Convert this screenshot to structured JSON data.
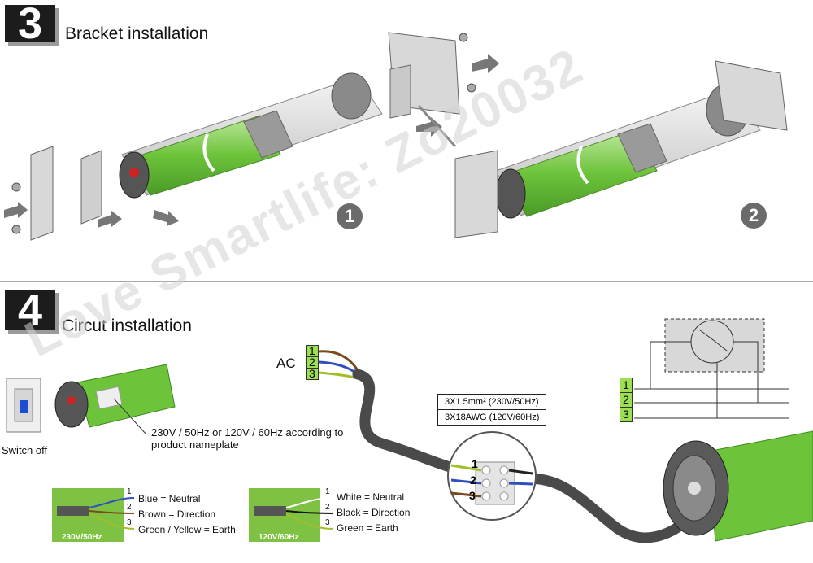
{
  "steps": [
    {
      "number": "3",
      "title": "Bracket installation"
    },
    {
      "number": "4",
      "title": "Circut installation"
    }
  ],
  "bracket": {
    "sub_steps": [
      "1",
      "2"
    ]
  },
  "watermark": "Love Smartlife: Zo20032",
  "circuit": {
    "switch_label": "Switch off",
    "ac_label": "AC",
    "terminals": [
      "1",
      "2",
      "3"
    ],
    "nameplate_note_line1": "230V / 50Hz or 120V / 60Hz according to",
    "nameplate_note_line2": "product nameplate",
    "wire_specs": [
      "3X1.5mm² (230V/50Hz)",
      "3X18AWG (120V/60Hz)"
    ],
    "connector_numbers": [
      "1",
      "2",
      "3"
    ],
    "schematic_numbers": [
      "1",
      "2",
      "3"
    ],
    "legend_230": {
      "label": "230V/50Hz",
      "numbers": [
        "1",
        "2",
        "3"
      ],
      "entries": [
        "Blue = Neutral",
        "Brown = Direction",
        "Green / Yellow = Earth"
      ]
    },
    "legend_120": {
      "label": "120V/60Hz",
      "numbers": [
        "1",
        "2",
        "3"
      ],
      "entries": [
        "White = Neutral",
        "Black = Direction",
        "Green = Earth"
      ]
    }
  },
  "colors": {
    "tube_green": "#6dc33a",
    "wire_blue": "#2f4fbf",
    "wire_brown": "#7a4a1c",
    "wire_yellowgreen": "#9fbf2a"
  }
}
